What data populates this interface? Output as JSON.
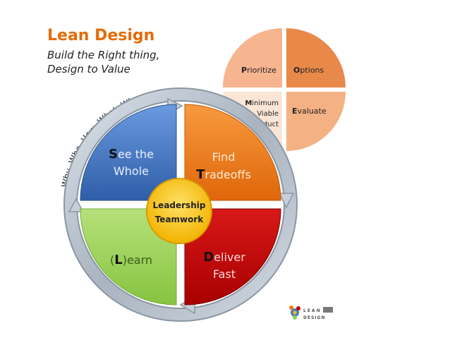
{
  "header": {
    "title": "Lean Design",
    "subtitle_line1": "Build the Right thing,",
    "subtitle_line2": "Design to Value"
  },
  "arc_text": "Why, Who, How, What, When",
  "center": {
    "line1": "Leadership",
    "line2": "Teamwork"
  },
  "quadrants": {
    "see": {
      "initial": "S",
      "rest1": "ee the",
      "line2": "Whole"
    },
    "find": {
      "line1": "Find",
      "initial": "T",
      "rest2": "radeoffs"
    },
    "learn": {
      "open": "(",
      "initial": "L",
      "rest": ")earn"
    },
    "deliver": {
      "initial": "D",
      "rest1": "eliver",
      "line2": "Fast"
    }
  },
  "small_cycle": {
    "prioritize": {
      "initial": "P",
      "rest": "rioritize"
    },
    "options": {
      "initial": "O",
      "rest": "ptions"
    },
    "mvp": {
      "initial": "M",
      "rest1": "inimum",
      "line2": "Viable",
      "line3": "Product"
    },
    "evaluate": {
      "initial": "E",
      "rest": "valuate"
    }
  },
  "logo": {
    "line1": "LEAN",
    "line2": "DESIGN"
  },
  "colors": {
    "title": "#e36c0a",
    "blue": "#3f72c1",
    "orange": "#f07a0f",
    "green": "#92d050",
    "red": "#c00000",
    "center": "#ffc000",
    "salmon_light": "#f6b48f",
    "salmon": "#e8894a"
  }
}
